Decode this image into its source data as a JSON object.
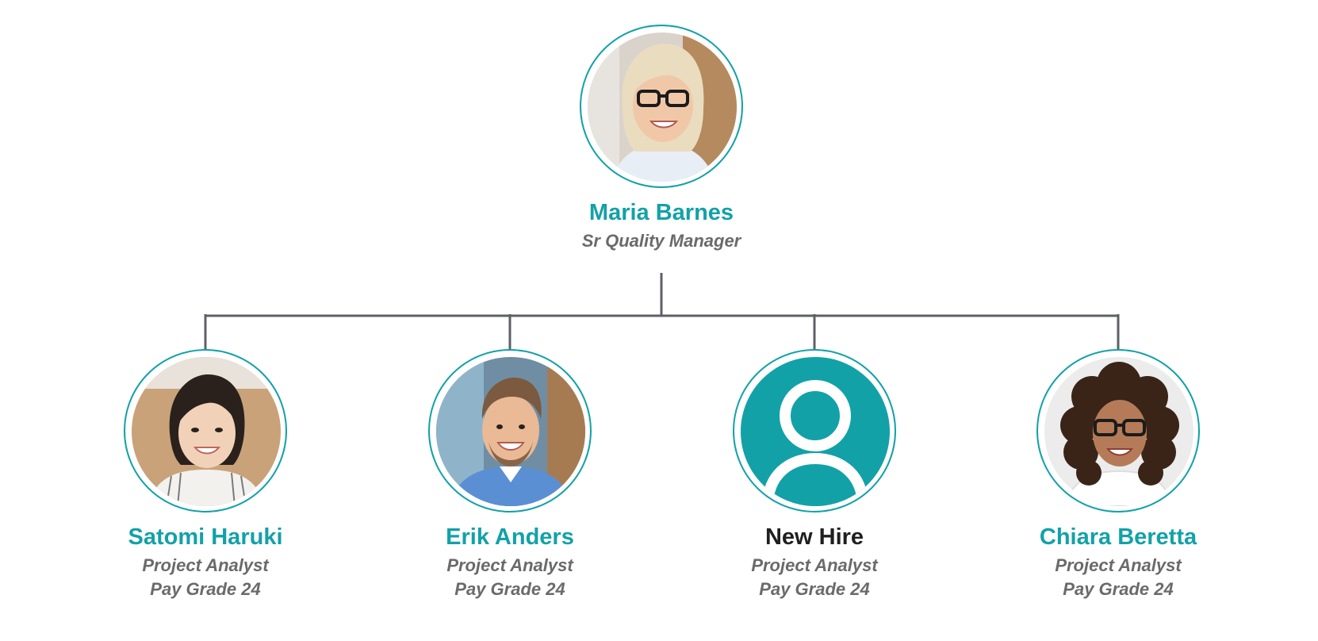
{
  "manager": {
    "name": "Maria Barnes",
    "title": "Sr Quality Manager",
    "avatar": "photo-woman-blonde-glasses-icon"
  },
  "reports": [
    {
      "name": "Satomi Haruki",
      "title": "Project Analyst",
      "grade": "Pay Grade 24",
      "avatar": "photo-woman-dark-hair-icon"
    },
    {
      "name": "Erik Anders",
      "title": "Project Analyst",
      "grade": "Pay Grade 24",
      "avatar": "photo-man-blue-shirt-icon"
    },
    {
      "name": "New Hire",
      "title": "Project Analyst",
      "grade": "Pay Grade 24",
      "avatar": "user-placeholder-icon"
    },
    {
      "name": "Chiara Beretta",
      "title": "Project Analyst",
      "grade": "Pay Grade 24",
      "avatar": "photo-woman-curly-hair-glasses-icon"
    }
  ],
  "colors": {
    "accent": "#13a1a8",
    "placeholder_name": "#1f1f1f",
    "subtitle": "#6a6a6a",
    "connector": "#5f6066"
  }
}
